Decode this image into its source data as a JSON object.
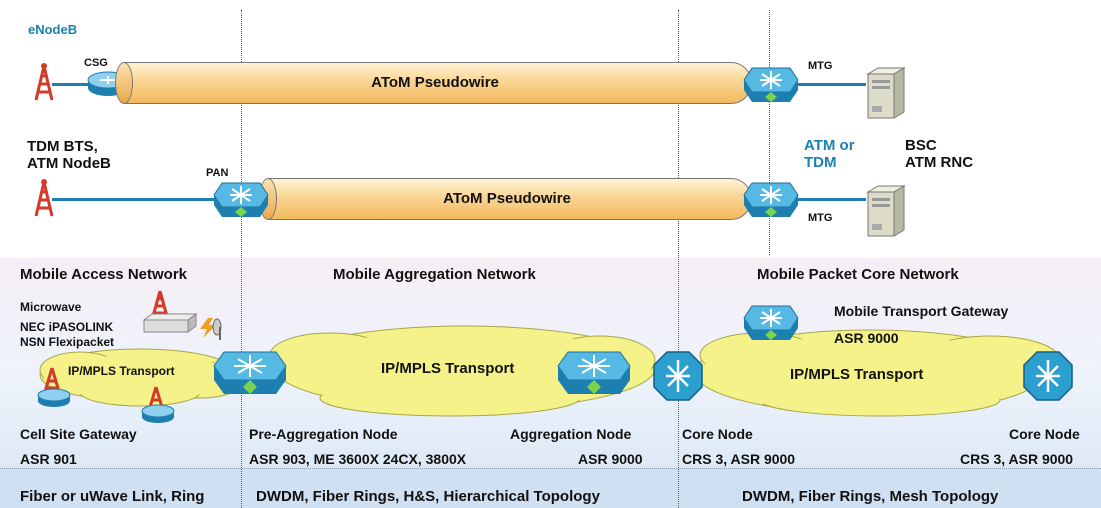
{
  "top": {
    "enodeb": "eNodeB",
    "csg": "CSG",
    "pseudowire_1": "AToM Pseudowire",
    "mtg_1": "MTG"
  },
  "middle": {
    "tdm_bts": "TDM BTS,",
    "atm_nodeb": "ATM NodeB",
    "pan": "PAN",
    "pseudowire_2": "AToM Pseudowire",
    "mtg_2": "MTG",
    "atm_or": "ATM or",
    "tdm": "TDM",
    "bsc": "BSC",
    "atm_rnc": "ATM RNC"
  },
  "networks": {
    "access": "Mobile Access Network",
    "aggregation": "Mobile Aggregation Network",
    "packet_core": "Mobile Packet Core Network"
  },
  "access": {
    "microwave": "Microwave",
    "nec": "NEC iPASOLINK",
    "nsn": "NSN Flexipacket",
    "transport": "IP/MPLS Transport",
    "node": "Cell Site Gateway",
    "model": "ASR 901"
  },
  "aggregation": {
    "transport": "IP/MPLS Transport",
    "pre_node": "Pre-Aggregation Node",
    "pre_model": "ASR 903, ME 3600X 24CX, 3800X",
    "agg_node": "Aggregation Node",
    "agg_model": "ASR 9000"
  },
  "core": {
    "gateway": "Mobile Transport Gateway",
    "gateway_model": "ASR 9000",
    "transport": "IP/MPLS Transport",
    "node_left": "Core Node",
    "model_left": "CRS 3, ASR 9000",
    "node_right": "Core Node",
    "model_right": "CRS 3, ASR 9000"
  },
  "footer": {
    "access": "Fiber or uWave Link, Ring",
    "aggregation": "DWDM, Fiber Rings, H&S, Hierarchical Topology",
    "core": "DWDM, Fiber Rings, Mesh Topology"
  },
  "colors": {
    "accent_blue": "#1b7fb0",
    "pipe": "#f3b95c",
    "cloud": "#f5f28a",
    "device": "#2a9fd0"
  }
}
